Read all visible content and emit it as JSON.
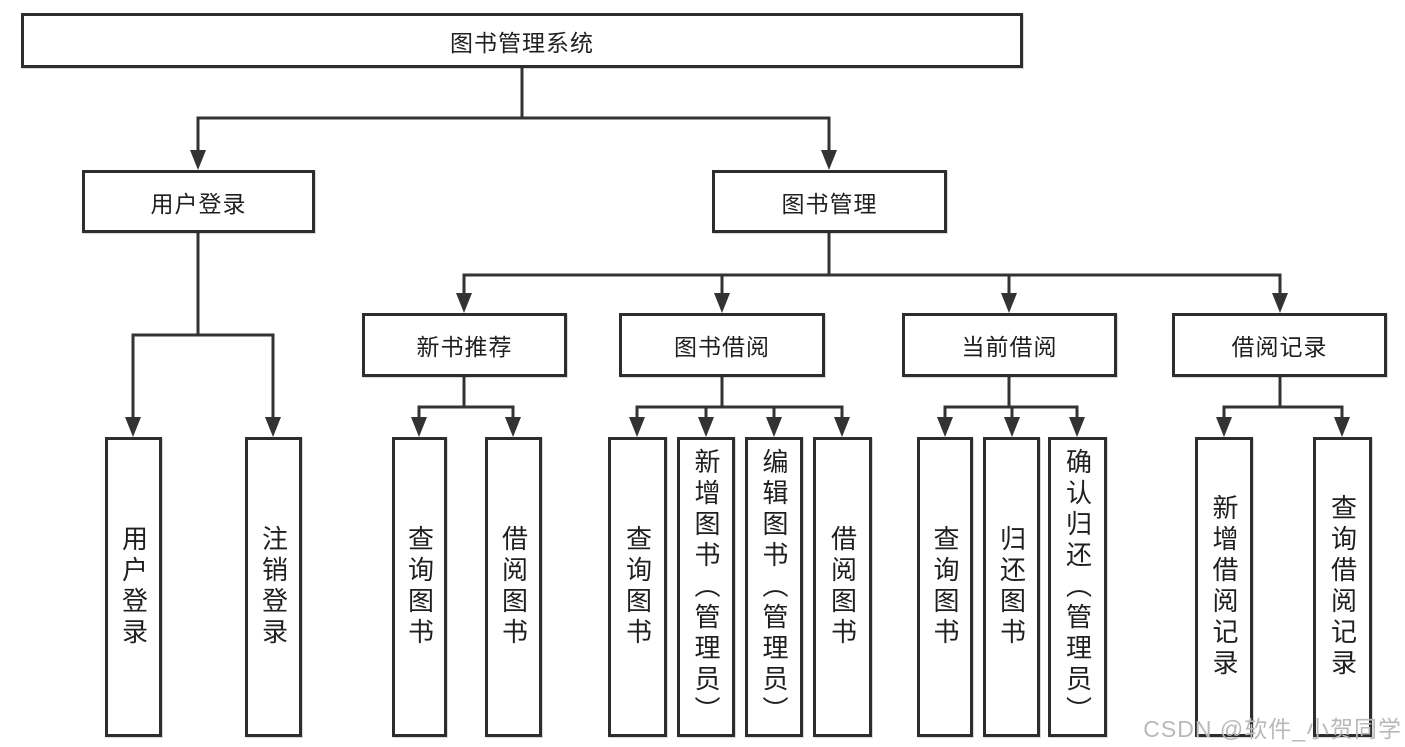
{
  "tree": {
    "root": "图书管理系统",
    "branches": [
      {
        "label": "用户登录",
        "children": [
          "用户登录",
          "注销登录"
        ]
      },
      {
        "label": "图书管理",
        "groups": [
          {
            "label": "新书推荐",
            "children": [
              "查询图书",
              "借阅图书"
            ]
          },
          {
            "label": "图书借阅",
            "children": [
              "查询图书",
              "新增图书（管理员）",
              "编辑图书（管理员）",
              "借阅图书"
            ]
          },
          {
            "label": "当前借阅",
            "children": [
              "查询图书",
              "归还图书",
              "确认归还（管理员）"
            ]
          },
          {
            "label": "借阅记录",
            "children": [
              "新增借阅记录",
              "查询借阅记录"
            ]
          }
        ]
      }
    ]
  },
  "watermark": "CSDN @软件_小贺同学",
  "colors": {
    "line": "#333333",
    "border": "#2d2d2d",
    "text": "#1f1f1f",
    "watermark_text": "#b9b9b9",
    "background": "#ffffff"
  }
}
